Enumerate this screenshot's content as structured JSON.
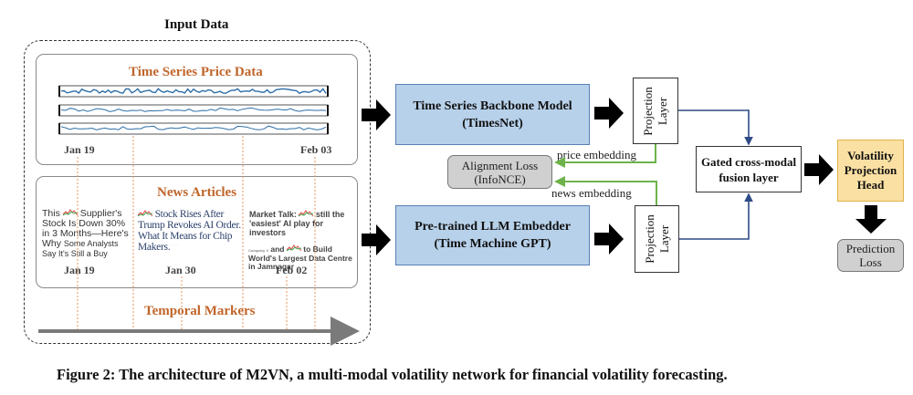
{
  "input_data": {
    "title": "Input Data",
    "time_series_panel": {
      "title": "Time Series Price Data",
      "series_count": 3,
      "start_label": "Jan 19",
      "end_label": "Feb 03"
    },
    "news_panel": {
      "title": "News Articles",
      "articles": [
        {
          "headline_prefix": "This",
          "headline_rest": "Supplier's Stock Is Down 30% in 3 Months—Here's Why",
          "subline": "Some Analysts Say It's Still a Buy",
          "date": "Jan 19"
        },
        {
          "headline_prefix": "",
          "headline_rest": "Stock Rises After Trump Revokes AI Order. What It Means for Chip Makers.",
          "subline": "",
          "date": "Jan 30"
        },
        {
          "headline_prefix": "Market Talk:",
          "headline_rest": "still the 'easiest' AI play for investors",
          "subline_prefix": "and",
          "subline": "to Build World's Largest Data Centre in Jamnagar",
          "date": "Feb 02"
        }
      ]
    },
    "temporal_label": "Temporal Markers"
  },
  "models": {
    "time_series": {
      "line1": "Time Series Backbone Model",
      "line2": "(TimesNet)"
    },
    "llm": {
      "line1": "Pre-trained LLM Embedder",
      "line2": "(Time Machine GPT)"
    }
  },
  "projection_layer": {
    "line1": "Projection",
    "line2": "Layer"
  },
  "alignment_loss": {
    "line1": "Alignment Loss",
    "line2": "(InfoNCE)"
  },
  "price_embedding_label": "price embedding",
  "news_embedding_label": "news embedding",
  "fusion": {
    "line1": "Gated cross-modal",
    "line2": "fusion layer"
  },
  "volatility_head": {
    "line1": "Volatility",
    "line2": "Projection",
    "line3": "Head"
  },
  "prediction_loss": {
    "line1": "Prediction",
    "line2": "Loss"
  },
  "caption": "Figure 2: The architecture of M2VN, a multi-modal volatility network for financial volatility forecasting.",
  "colors": {
    "orange_heading": "#c0652a",
    "model_fill": "#b7d1ea",
    "model_border": "#5a7fb5",
    "head_fill": "#fbe0a3",
    "loss_fill": "#d0d0d0",
    "embedding_arrow": "#6db34a",
    "fusion_arrow": "#2e4a86",
    "series_line": "#2e6fa8"
  }
}
